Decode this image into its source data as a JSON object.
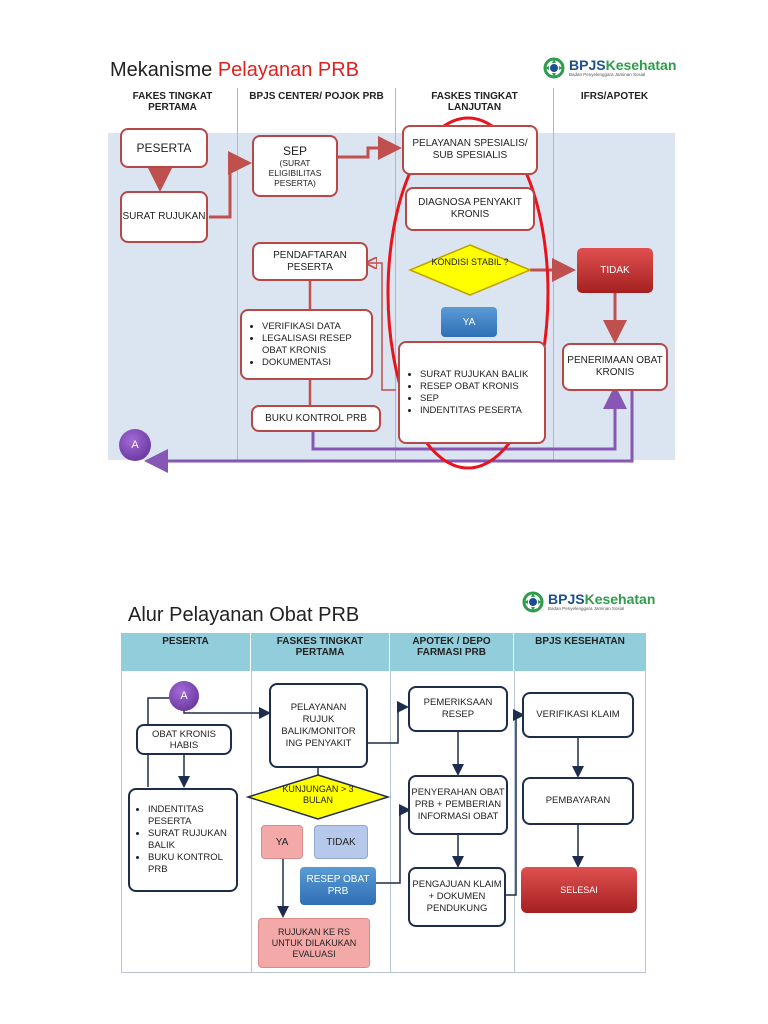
{
  "logo": {
    "brand_a": "BPJS",
    "brand_b": "Kesehatan",
    "subtitle": "Badan Penyelenggara Jaminan Sosial",
    "icon": "bpjs-logo-icon"
  },
  "diagram1": {
    "title_a": "Mekanisme ",
    "title_b": "Pelayanan PRB",
    "lanes": [
      "FAKES TINGKAT PERTAMA",
      "BPJS CENTER/ POJOK PRB",
      "FASKES TINGKAT LANJUTAN",
      "IFRS/APOTEK"
    ],
    "peserta": "PESERTA",
    "surat_rujukan": "SURAT RUJUKAN",
    "sep_title": "SEP",
    "sep_sub": "(SURAT ELIGIBILITAS PESERTA)",
    "pelayanan": "PELAYANAN SPESIALIS/ SUB SPESIALIS",
    "diagnosa": "DIAGNOSA PENYAKIT KRONIS",
    "kondisi": "KONDISI STABIL ?",
    "tidak": "TIDAK",
    "ya": "YA",
    "pendaftaran": "PENDAFTARAN PESERTA",
    "verifikasi_list": [
      "VERIFIKASI DATA",
      "LEGALISASI RESEP OBAT KRONIS",
      "DOKUMENTASI"
    ],
    "buku_kontrol": "BUKU KONTROL PRB",
    "surat_list": [
      "SURAT RUJUKAN BALIK",
      "RESEP OBAT KRONIS",
      "SEP",
      "INDENTITAS PESERTA"
    ],
    "penerimaan": "PENERIMAAN OBAT KRONIS",
    "connector": "A",
    "colors": {
      "red_border": "#b84747",
      "lane_bg": "#dbe5f1",
      "highlight": "#e8141c",
      "diamond": "#ffff00",
      "purple": "#8657b5"
    }
  },
  "diagram2": {
    "title": "Alur Pelayanan Obat PRB",
    "lanes": [
      "PESERTA",
      "FASKES TINGKAT PERTAMA",
      "APOTEK / DEPO FARMASI PRB",
      "BPJS KESEHATAN"
    ],
    "connector": "A",
    "obat_kronis": "OBAT KRONIS HABIS",
    "peserta_list": [
      "INDENTITAS PESERTA",
      "SURAT RUJUKAN BALIK",
      "BUKU KONTROL PRB"
    ],
    "pelayanan": "PELAYANAN RUJUK BALIK/MONITOR ING PENYAKIT",
    "kunjungan": "KUNJUNGAN > 3 BULAN",
    "ya": "YA",
    "tidak": "TIDAK",
    "resep": "RESEP OBAT PRB",
    "rujukan": "RUJUKAN KE RS UNTUK DILAKUKAN EVALUASI",
    "pemeriksaan": "PEMERIKSAAN RESEP",
    "penyerahan": "PENYERAHAN OBAT PRB + PEMBERIAN INFORMASI OBAT",
    "pengajuan": "PENGAJUAN KLAIM + DOKUMEN PENDUKUNG",
    "verifikasi": "VERIFIKASI KLAIM",
    "pembayaran": "PEMBAYARAN",
    "selesai": "SELESAI",
    "colors": {
      "header_bg": "#92cddc",
      "navy_border": "#1e2d4d",
      "diamond": "#ffff00",
      "pink": "#f4a9a9",
      "blue": "#4f81bd",
      "selesai": "#c0392b"
    }
  }
}
